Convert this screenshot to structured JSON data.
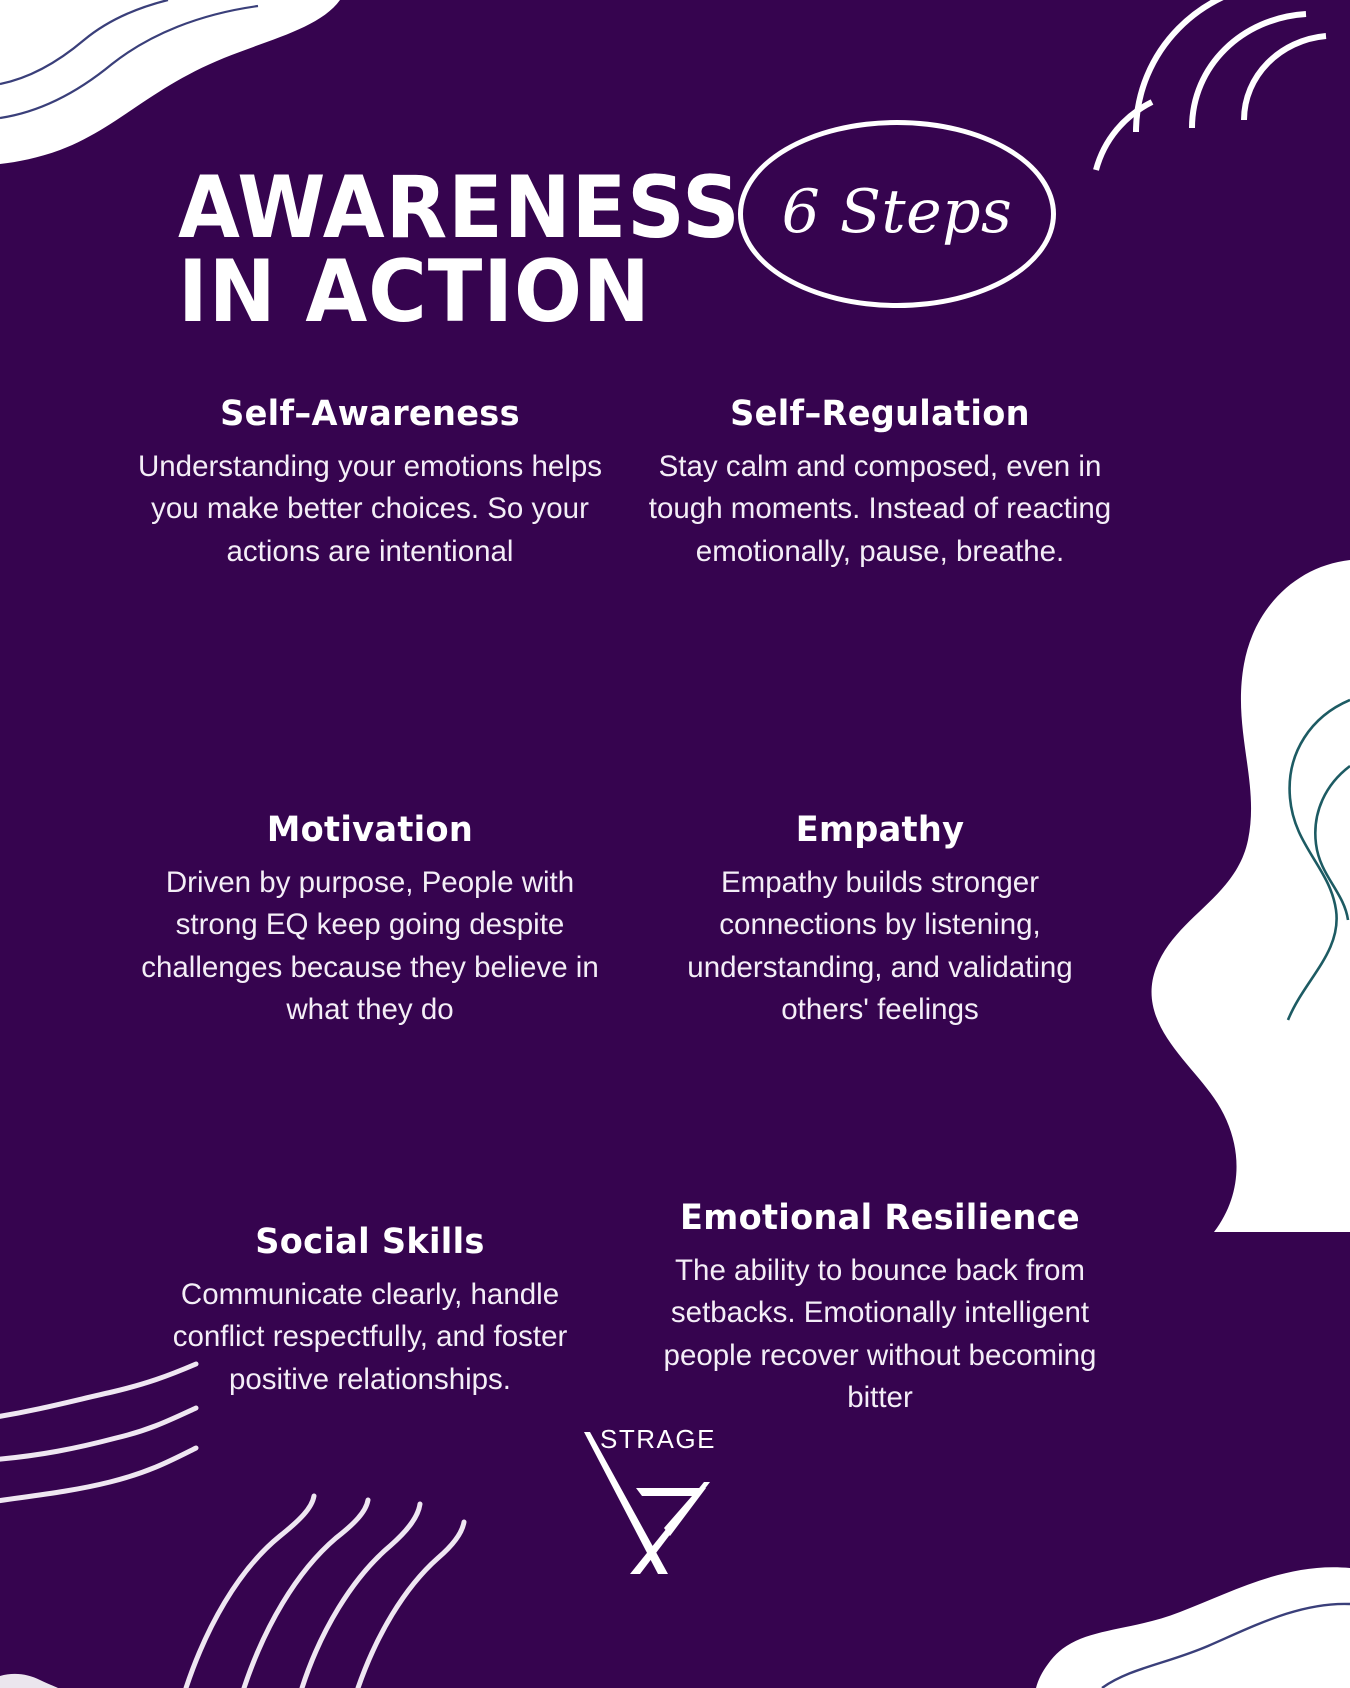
{
  "colors": {
    "background": "#36044f",
    "text": "#ffffff",
    "body_text": "#f4eef7",
    "contour_navy": "#3a3f7a",
    "contour_teal": "#1d5b63"
  },
  "header": {
    "title": "AWARENESS\nIN ACTION",
    "badge_label": "6 Steps"
  },
  "steps": [
    {
      "title": "Self–Awareness",
      "body": "Understanding your emotions helps you make better choices. So your actions are intentional"
    },
    {
      "title": "Self–Regulation",
      "body": "Stay calm and composed, even in tough moments. Instead of reacting emotionally, pause, breathe."
    },
    {
      "title": "Motivation",
      "body": "Driven by purpose, People with strong EQ keep going despite challenges because they believe in what they do"
    },
    {
      "title": "Empathy",
      "body": "Empathy builds stronger connections by listening, understanding, and validating others' feelings"
    },
    {
      "title": "Social Skills",
      "body": "Communicate clearly, handle conflict respectfully, and foster positive relationships."
    },
    {
      "title": "Emotional Resilience",
      "body": "The ability to bounce back from setbacks. Emotionally intelligent people recover without becoming bitter"
    }
  ],
  "logo": {
    "wordmark": "STRAGE",
    "mark": "x-mark-icon"
  }
}
